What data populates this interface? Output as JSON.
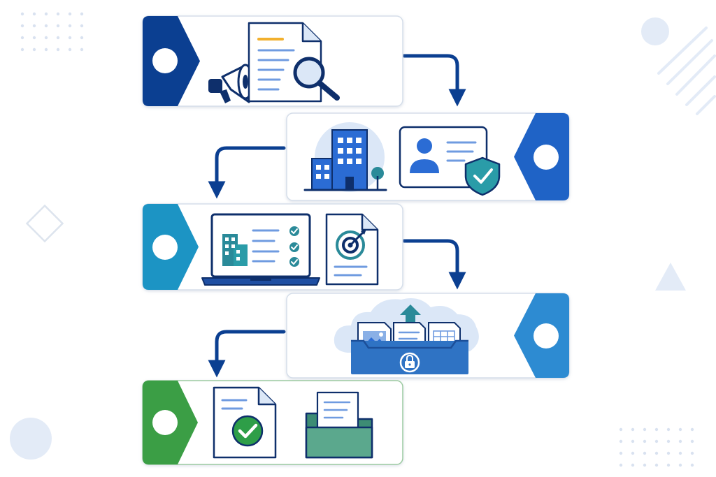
{
  "diagram": {
    "steps": [
      {
        "id": 1,
        "color": "#0b3f91",
        "icons": [
          "megaphone-icon",
          "document-icon",
          "magnifier-icon"
        ]
      },
      {
        "id": 2,
        "color": "#1f63c6",
        "icons": [
          "office-building-icon",
          "id-card-icon",
          "shield-check-icon"
        ]
      },
      {
        "id": 3,
        "color": "#1c94c4",
        "icons": [
          "laptop-icon",
          "checklist-icon",
          "target-document-icon"
        ]
      },
      {
        "id": 4,
        "color": "#2d8bd2",
        "icons": [
          "cloud-icon",
          "upload-arrow-icon",
          "file-tray-icon",
          "lock-icon"
        ]
      },
      {
        "id": 5,
        "color": "#3b9e45",
        "icons": [
          "approved-document-icon",
          "receipt-folder-icon"
        ]
      }
    ],
    "colors": {
      "arrow": "#0b3f91",
      "icon_navy": "#0e2f6b",
      "icon_blue": "#2b6cd4",
      "icon_light": "#dbe7f7",
      "icon_teal": "#2a8a99",
      "icon_green": "#2e9e48",
      "folder_green": "#4b9e84",
      "decor": "#e1e9f6"
    }
  }
}
